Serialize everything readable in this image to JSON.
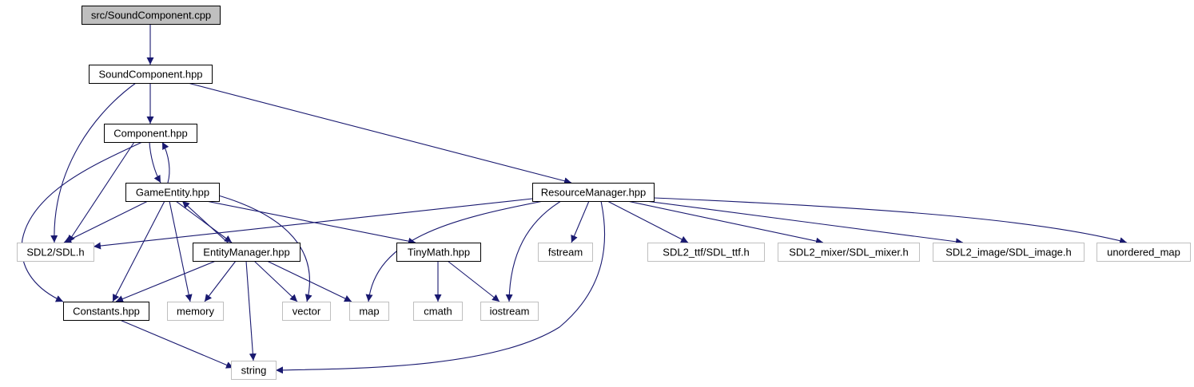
{
  "diagram": {
    "colors": {
      "edge": "#191970",
      "root_fill": "#bfbfbf",
      "project_border": "#000000",
      "system_border": "#bfbfbf",
      "label": "#000000"
    },
    "nodes": [
      {
        "id": "sound_cpp",
        "label": "src/SoundComponent.cpp",
        "kind": "root"
      },
      {
        "id": "sound_hpp",
        "label": "SoundComponent.hpp",
        "kind": "project"
      },
      {
        "id": "component_hpp",
        "label": "Component.hpp",
        "kind": "project"
      },
      {
        "id": "resource_hpp",
        "label": "ResourceManager.hpp",
        "kind": "project"
      },
      {
        "id": "gameentity_hpp",
        "label": "GameEntity.hpp",
        "kind": "project"
      },
      {
        "id": "sdl_h",
        "label": "SDL2/SDL.h",
        "kind": "system"
      },
      {
        "id": "entitymanager_hpp",
        "label": "EntityManager.hpp",
        "kind": "project"
      },
      {
        "id": "tinymath_hpp",
        "label": "TinyMath.hpp",
        "kind": "project"
      },
      {
        "id": "fstream",
        "label": "fstream",
        "kind": "system"
      },
      {
        "id": "sdl_ttf",
        "label": "SDL2_ttf/SDL_ttf.h",
        "kind": "system"
      },
      {
        "id": "sdl_mixer",
        "label": "SDL2_mixer/SDL_mixer.h",
        "kind": "system"
      },
      {
        "id": "sdl_image",
        "label": "SDL2_image/SDL_image.h",
        "kind": "system"
      },
      {
        "id": "unordered_map",
        "label": "unordered_map",
        "kind": "system"
      },
      {
        "id": "constants_hpp",
        "label": "Constants.hpp",
        "kind": "project"
      },
      {
        "id": "memory",
        "label": "memory",
        "kind": "system"
      },
      {
        "id": "vector",
        "label": "vector",
        "kind": "system"
      },
      {
        "id": "map",
        "label": "map",
        "kind": "system"
      },
      {
        "id": "cmath",
        "label": "cmath",
        "kind": "system"
      },
      {
        "id": "iostream",
        "label": "iostream",
        "kind": "system"
      },
      {
        "id": "string",
        "label": "string",
        "kind": "system"
      }
    ],
    "edges": [
      {
        "from": "sound_cpp",
        "to": "sound_hpp"
      },
      {
        "from": "sound_hpp",
        "to": "component_hpp"
      },
      {
        "from": "sound_hpp",
        "to": "sdl_h"
      },
      {
        "from": "sound_hpp",
        "to": "resource_hpp"
      },
      {
        "from": "component_hpp",
        "to": "gameentity_hpp"
      },
      {
        "from": "component_hpp",
        "to": "sdl_h"
      },
      {
        "from": "component_hpp",
        "to": "constants_hpp"
      },
      {
        "from": "gameentity_hpp",
        "to": "component_hpp"
      },
      {
        "from": "gameentity_hpp",
        "to": "sdl_h"
      },
      {
        "from": "gameentity_hpp",
        "to": "entitymanager_hpp"
      },
      {
        "from": "gameentity_hpp",
        "to": "tinymath_hpp"
      },
      {
        "from": "gameentity_hpp",
        "to": "constants_hpp"
      },
      {
        "from": "gameentity_hpp",
        "to": "memory"
      },
      {
        "from": "gameentity_hpp",
        "to": "vector"
      },
      {
        "from": "entitymanager_hpp",
        "to": "gameentity_hpp"
      },
      {
        "from": "entitymanager_hpp",
        "to": "constants_hpp"
      },
      {
        "from": "entitymanager_hpp",
        "to": "memory"
      },
      {
        "from": "entitymanager_hpp",
        "to": "vector"
      },
      {
        "from": "entitymanager_hpp",
        "to": "map"
      },
      {
        "from": "entitymanager_hpp",
        "to": "string"
      },
      {
        "from": "resource_hpp",
        "to": "sdl_h"
      },
      {
        "from": "resource_hpp",
        "to": "map"
      },
      {
        "from": "resource_hpp",
        "to": "iostream"
      },
      {
        "from": "resource_hpp",
        "to": "fstream"
      },
      {
        "from": "resource_hpp",
        "to": "string"
      },
      {
        "from": "resource_hpp",
        "to": "sdl_ttf"
      },
      {
        "from": "resource_hpp",
        "to": "sdl_mixer"
      },
      {
        "from": "resource_hpp",
        "to": "sdl_image"
      },
      {
        "from": "resource_hpp",
        "to": "unordered_map"
      },
      {
        "from": "tinymath_hpp",
        "to": "cmath"
      },
      {
        "from": "tinymath_hpp",
        "to": "iostream"
      },
      {
        "from": "constants_hpp",
        "to": "string"
      }
    ]
  }
}
